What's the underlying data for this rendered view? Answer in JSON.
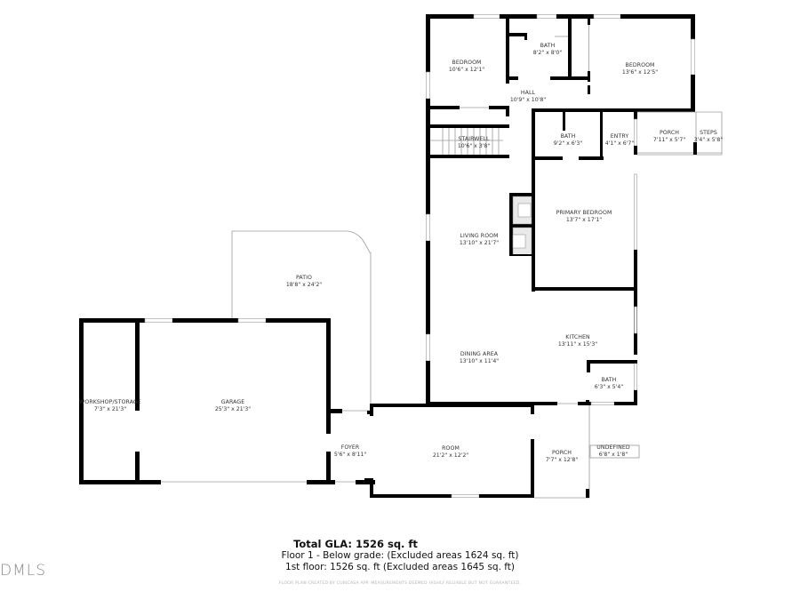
{
  "rooms": {
    "bedroom_1": {
      "name": "BEDROOM",
      "dims": "10'6\" x 12'1\""
    },
    "bath_upper": {
      "name": "BATH",
      "dims": "8'2\" x 8'0\""
    },
    "bedroom_2": {
      "name": "BEDROOM",
      "dims": "13'6\" x 12'5\""
    },
    "hall": {
      "name": "HALL",
      "dims": "10'9\" x 10'8\""
    },
    "stairwell": {
      "name": "STAIRWELL",
      "dims": "10'6\" x 3'8\""
    },
    "bath_middle": {
      "name": "BATH",
      "dims": "9'2\" x 6'3\""
    },
    "entry": {
      "name": "ENTRY",
      "dims": "4'1\" x 6'7\""
    },
    "porch_upper": {
      "name": "PORCH",
      "dims": "7'11\" x 5'7\""
    },
    "steps": {
      "name": "STEPS",
      "dims": "3'4\" x 5'8\""
    },
    "living_room": {
      "name": "LIVING ROOM",
      "dims": "13'10\" x 21'7\""
    },
    "primary_bedroom": {
      "name": "PRIMARY BEDROOM",
      "dims": "13'7\" x 17'1\""
    },
    "patio": {
      "name": "PATIO",
      "dims": "18'8\" x 24'2\""
    },
    "kitchen": {
      "name": "KITCHEN",
      "dims": "13'11\" x 15'3\""
    },
    "dining_area": {
      "name": "DINING AREA",
      "dims": "13'10\" x 11'4\""
    },
    "bath_lower": {
      "name": "BATH",
      "dims": "6'3\" x 5'4\""
    },
    "workshop": {
      "name": "WORKSHOP/STORAGE",
      "dims": "7'3\" x 21'3\""
    },
    "garage": {
      "name": "GARAGE",
      "dims": "25'3\" x 21'3\""
    },
    "foyer": {
      "name": "FOYER",
      "dims": "5'6\" x 8'11\""
    },
    "room": {
      "name": "ROOM",
      "dims": "21'2\" x 12'2\""
    },
    "porch_lower": {
      "name": "PORCH",
      "dims": "7'7\" x 12'8\""
    },
    "undefined": {
      "name": "UNDEFINED",
      "dims": "6'8\" x 1'8\""
    }
  },
  "summary": {
    "total": "Total GLA: 1526 sq. ft",
    "floor1": "Floor 1 - Below grade: (Excluded areas 1624 sq. ft)",
    "floor2": "1st floor: 1526 sq. ft (Excluded areas 1645 sq. ft)"
  },
  "disclaimer": "FLOOR PLAN CREATED BY CUBICASA APP. MEASUREMENTS DEEMED HIGHLY RELIABLE BUT NOT GUARANTEED.",
  "logo": "DMLS"
}
